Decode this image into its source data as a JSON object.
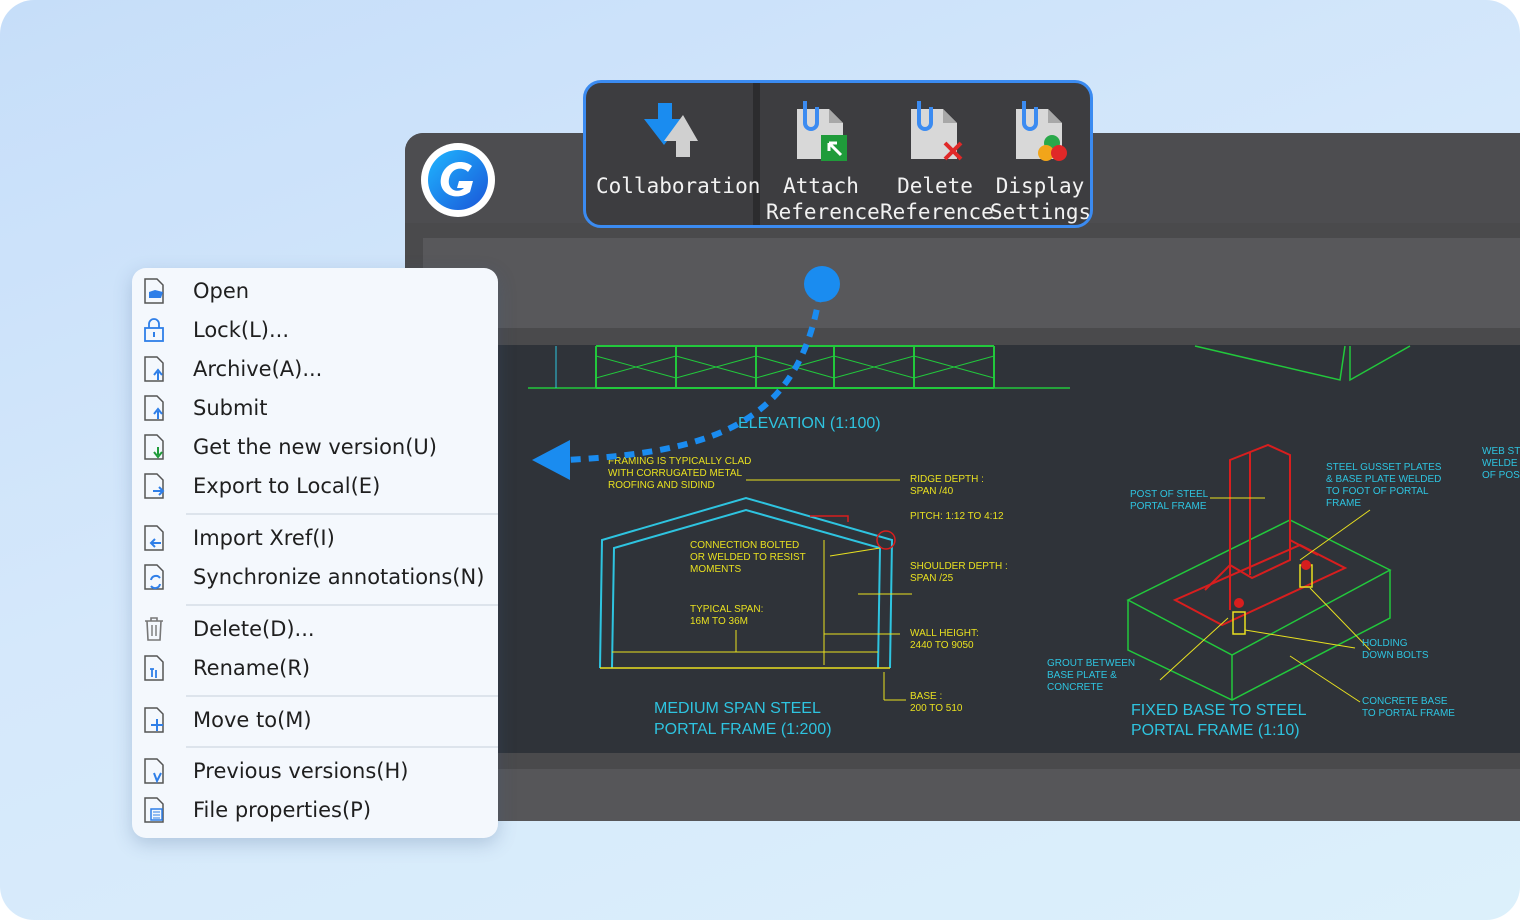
{
  "ribbon": {
    "buttons": [
      {
        "id": "collaboration",
        "label": "Collaboration",
        "icon": "collaboration-arrows-icon"
      },
      {
        "id": "attach",
        "label": "Attach\nReference",
        "icon": "attach-reference-icon"
      },
      {
        "id": "delete",
        "label": "Delete\nReference",
        "icon": "delete-reference-icon"
      },
      {
        "id": "display",
        "label": "Display\nSettings",
        "icon": "display-settings-icon"
      }
    ]
  },
  "menu": {
    "items": [
      {
        "label": "Open",
        "icon": "open-file-icon"
      },
      {
        "label": "Lock(L)...",
        "icon": "lock-icon"
      },
      {
        "label": "Archive(A)...",
        "icon": "archive-file-icon"
      },
      {
        "label": "Submit",
        "icon": "submit-file-icon"
      },
      {
        "label": "Get the new version(U)",
        "icon": "download-file-icon"
      },
      {
        "label": "Export to Local(E)",
        "icon": "export-file-icon"
      },
      {
        "label": "Import Xref(I)",
        "icon": "import-xref-icon"
      },
      {
        "label": "Synchronize annotations(N)",
        "icon": "sync-file-icon"
      },
      {
        "label": "Delete(D)...",
        "icon": "trash-icon"
      },
      {
        "label": "Rename(R)",
        "icon": "rename-file-icon"
      },
      {
        "label": "Move to(M)",
        "icon": "move-file-icon"
      },
      {
        "label": "Previous versions(H)",
        "icon": "versions-file-icon"
      },
      {
        "label": "File properties(P)",
        "icon": "properties-file-icon"
      }
    ]
  },
  "drawing": {
    "elevation_title": "ELEVATION    (1:100)",
    "note_framing": [
      "FRAMING IS TYPICALLY CLAD",
      "WITH CORRUGATED METAL",
      "ROOFING AND SIDIND"
    ],
    "note_ridge": [
      "RIDGE DEPTH :",
      "SPAN /40"
    ],
    "note_pitch": "PITCH: 1:12 TO 4:12",
    "note_connection": [
      "CONNECTION BOLTED",
      "OR WELDED TO RESIST",
      "MOMENTS"
    ],
    "note_shoulder": [
      "SHOULDER DEPTH :",
      "SPAN /25"
    ],
    "note_span": [
      "TYPICAL SPAN:",
      "16M TO 36M"
    ],
    "note_wall": [
      "WALL HEIGHT:",
      "2440 TO 9050"
    ],
    "note_base": [
      "BASE :",
      "200  TO 510"
    ],
    "title_medium": [
      "MEDIUM  SPAN STEEL",
      "PORTAL FRAME (1:200)"
    ],
    "note_post": [
      "POST OF STEEL",
      "PORTAL FRAME"
    ],
    "note_gusset": [
      "STEEL GUSSET PLATES",
      "& BASE PLATE WELDED",
      "TO FOOT OF PORTAL",
      "FRAME"
    ],
    "note_web": [
      "WEB ST",
      "WELDE",
      "OF POS"
    ],
    "note_grout": [
      "GROUT BETWEEN",
      "BASE PLATE &",
      "CONCRETE"
    ],
    "note_holding": [
      "HOLDING",
      "DOWN BOLTS"
    ],
    "note_concrete": [
      "CONCRETE BASE",
      "TO PORTAL FRAME"
    ],
    "title_fixed": [
      "FIXED BASE TO STEEL",
      "PORTAL FRAME (1:10)"
    ]
  },
  "colors": {
    "accent_blue": "#1a8cf0",
    "cad_cyan": "#2ec4e0",
    "cad_yellow": "#e8e020",
    "cad_green": "#22c83c",
    "cad_red": "#d81e1e"
  }
}
